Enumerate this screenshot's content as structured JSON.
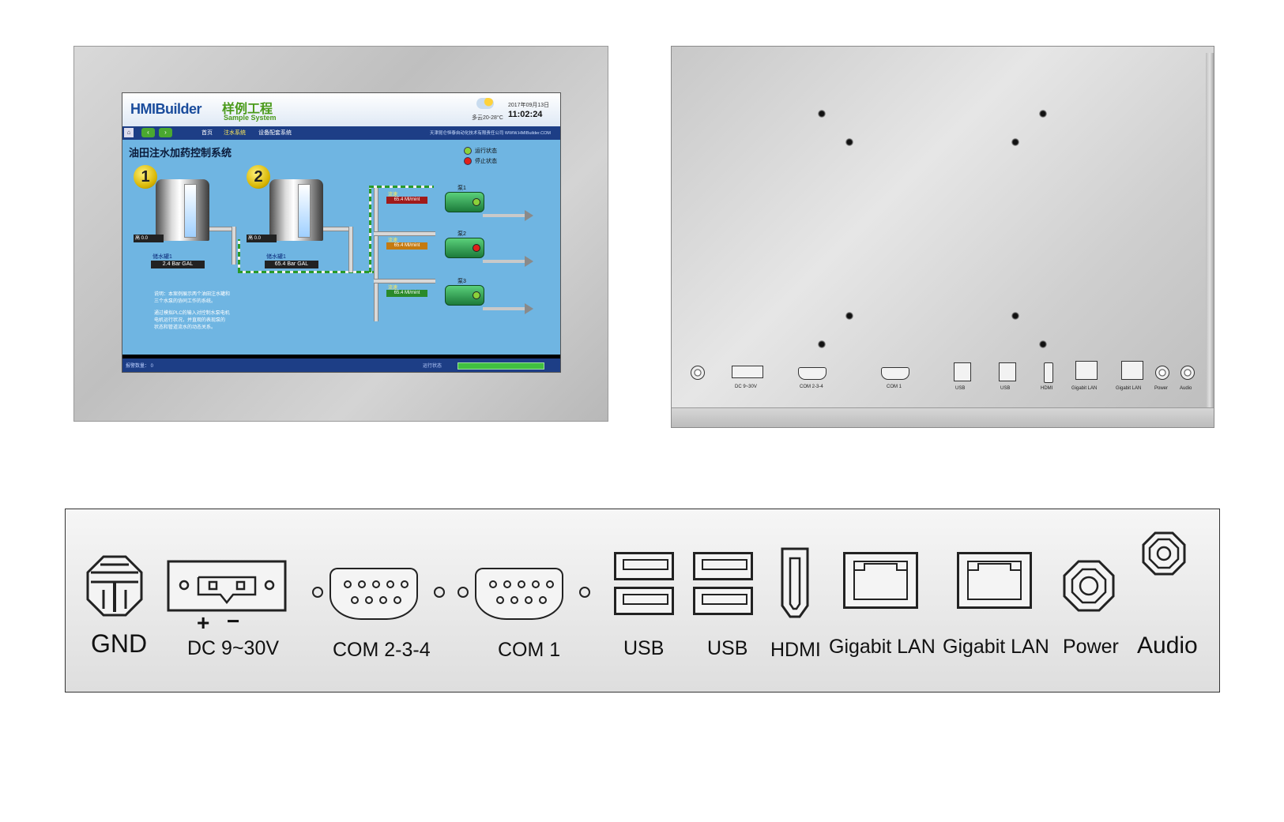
{
  "hmi": {
    "logo_en": "HMIBuilder",
    "logo_cn": "样例工程",
    "logo_sub": "Sample System",
    "date": "2017年09月13日",
    "time": "11:02:24",
    "weather": "多云20-28°C",
    "nav": [
      "首页",
      "注水系统",
      "设备配套系统"
    ],
    "company": "天津昆仑恒泰自动化技术有限责任公司  WWW.HMIBuilder.COM",
    "title": "油田注水加药控制系统",
    "legend_run": "运行状态",
    "legend_stop": "停止状态",
    "badge_1": "1",
    "badge_2": "2",
    "tank1_name": "储水罐1",
    "tank2_name": "储水罐1",
    "tank1_reading": "2.4    Bar GAL",
    "tank2_reading": "65.4    Bar GAL",
    "tank_gauge": "高  0.0",
    "flow_label": "流速",
    "flow_value": "65.4  Ml/mint",
    "pump1": "泵1",
    "pump2": "泵2",
    "pump3": "泵3",
    "note1": "说明：本案例展示两个油田注水罐和",
    "note2": "三个水泵的协同工作的系统。",
    "note3": "通过模拟PLC的输入对控制水泵电机",
    "note4": "电机运行状况，并直观的表现泵的",
    "note5": "状态和管道流水的动态关系。",
    "status_left": "报警数量：  0",
    "status_right": "运行状态",
    "colors": {
      "run": "#8bd13a",
      "stop": "#e0201a",
      "nav": "#1d3e86",
      "screen_bg": "#6fb5e2"
    }
  },
  "rear_labels": {
    "dc": "DC 9~30V",
    "com234": "COM 2-3-4",
    "com1": "COM 1",
    "usb1": "USB",
    "usb2": "USB",
    "hdmi": "HDMI",
    "lan1": "Gigabit LAN",
    "lan2": "Gigabit LAN",
    "power": "Power",
    "audio": "Audio"
  },
  "ports": {
    "gnd": "GND",
    "plus": "+",
    "minus": "−",
    "dc": "DC 9~30V",
    "com234": "COM 2-3-4",
    "com1": "COM 1",
    "usb1": "USB",
    "usb2": "USB",
    "hdmi": "HDMI",
    "lan1": "Gigabit LAN",
    "lan2": "Gigabit LAN",
    "power": "Power",
    "audio": "Audio"
  }
}
